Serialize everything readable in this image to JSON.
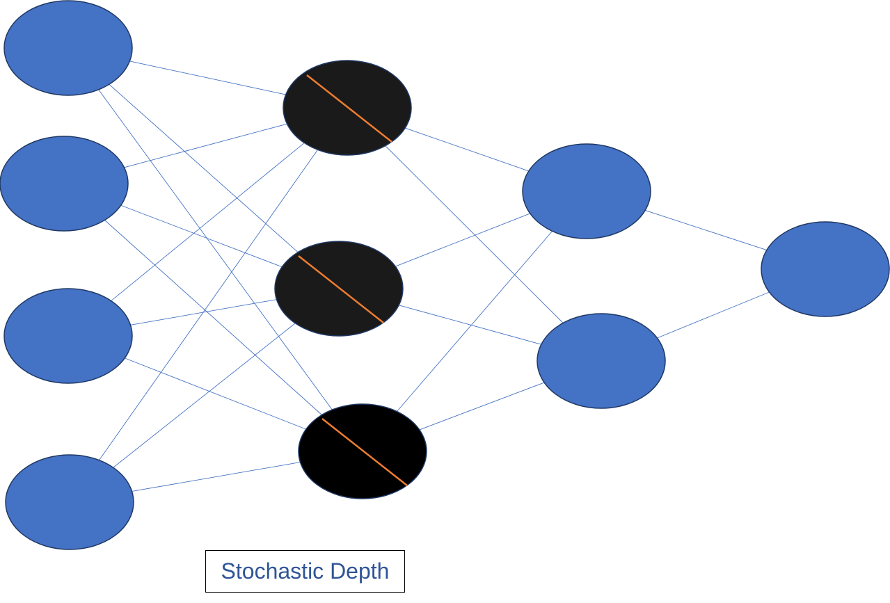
{
  "caption": "Stochastic Depth",
  "colors": {
    "node_fill": "#4472c4",
    "node_stroke": "#1f3864",
    "dropped_fill": "#1a1a1a",
    "dropped_fill_dark": "#000000",
    "drop_line": "#ed7d31",
    "edge": "#4472c4",
    "caption_text": "#2f5597"
  },
  "layers": [
    {
      "name": "input",
      "nodes": [
        {
          "dropped": false
        },
        {
          "dropped": false
        },
        {
          "dropped": false
        },
        {
          "dropped": false
        }
      ]
    },
    {
      "name": "hidden-1",
      "nodes": [
        {
          "dropped": true
        },
        {
          "dropped": true
        },
        {
          "dropped": true
        }
      ]
    },
    {
      "name": "hidden-2",
      "nodes": [
        {
          "dropped": false
        },
        {
          "dropped": false
        }
      ]
    },
    {
      "name": "output",
      "nodes": [
        {
          "dropped": false
        }
      ]
    }
  ]
}
